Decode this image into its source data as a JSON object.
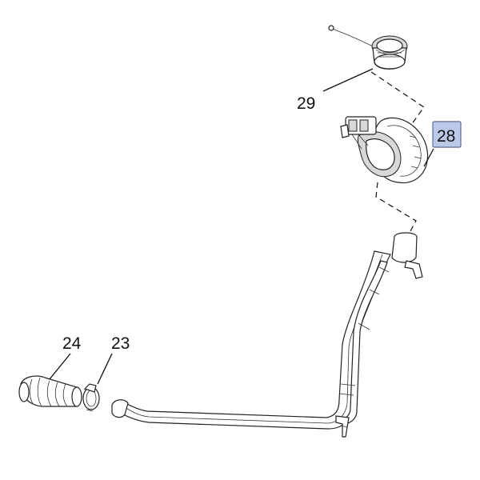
{
  "callouts": {
    "c29": {
      "number": "29"
    },
    "c28": {
      "number": "28",
      "highlight_fill": "#bcc8e8",
      "highlight_border": "#5a6a9a"
    },
    "c24": {
      "number": "24"
    },
    "c23": {
      "number": "23"
    }
  },
  "colors": {
    "line": "#111111",
    "part_fill": "#ffffff",
    "part_shade": "#d8d8d8"
  }
}
